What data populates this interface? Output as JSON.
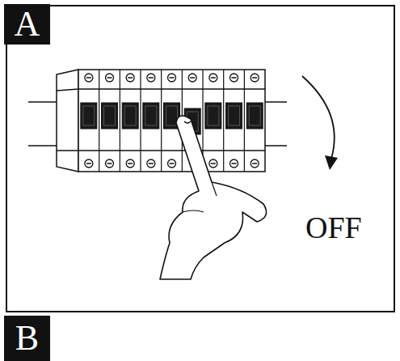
{
  "diagram": {
    "labels": [
      "A",
      "B",
      "OFF"
    ]
  }
}
